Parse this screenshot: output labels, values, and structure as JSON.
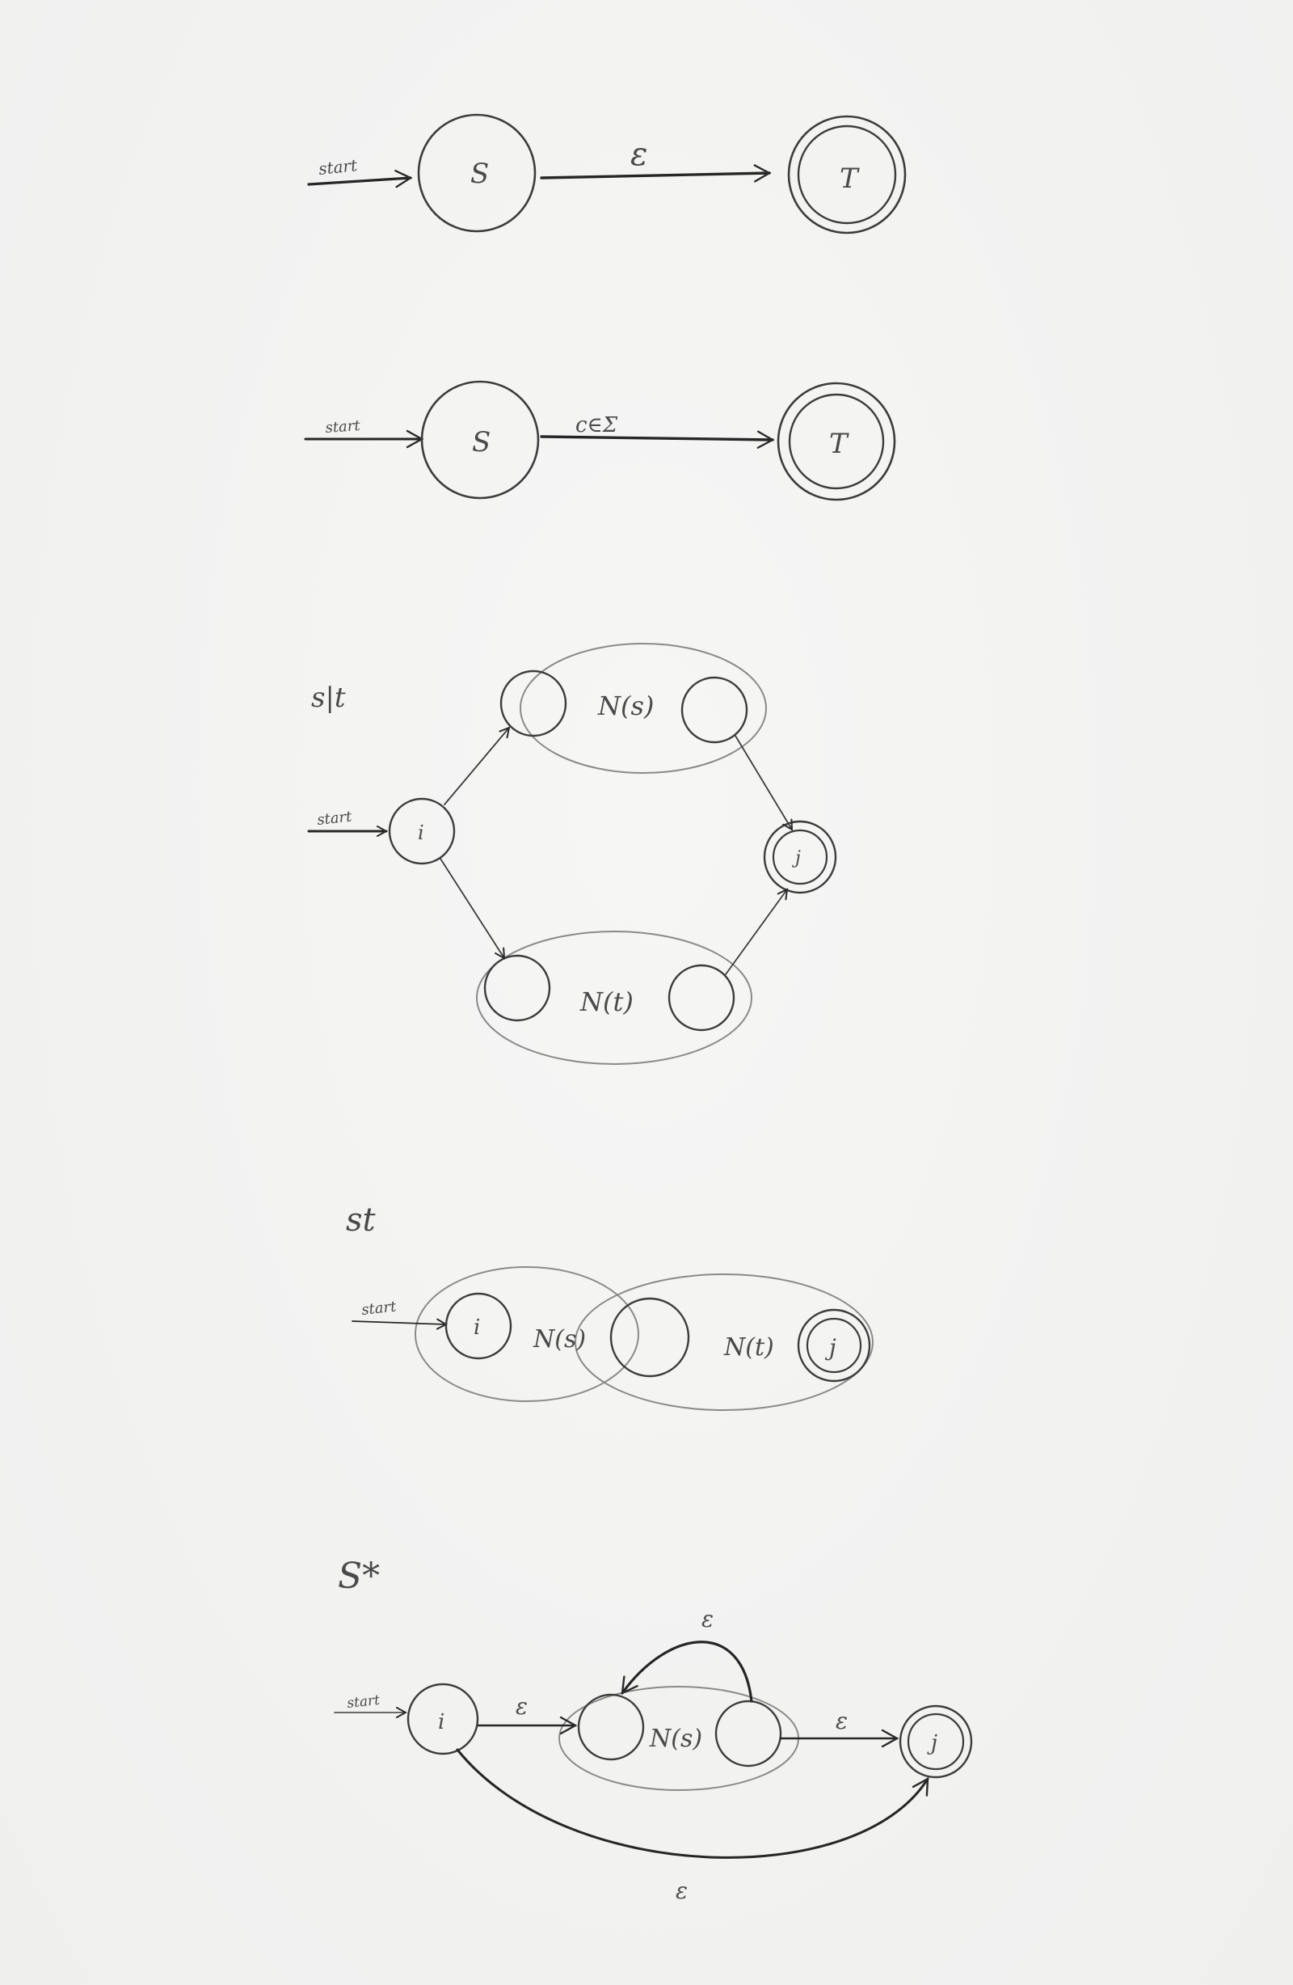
{
  "diagrams": {
    "epsilon": {
      "start_label": "start",
      "state_start": "S",
      "state_final": "T",
      "edge_label": "ε"
    },
    "symbol": {
      "start_label": "start",
      "state_start": "S",
      "state_final": "T",
      "edge_label": "c∈Σ"
    },
    "union": {
      "title": "s|t",
      "start_label": "start",
      "state_start": "i",
      "state_final": "j",
      "sub_top": "N(s)",
      "sub_bottom": "N(t)"
    },
    "concat": {
      "title": "st",
      "start_label": "start",
      "state_start": "i",
      "state_final": "j",
      "sub_left": "N(s)",
      "sub_right": "N(t)"
    },
    "star": {
      "title": "S*",
      "start_label": "start",
      "state_start": "i",
      "state_final": "j",
      "sub": "N(s)",
      "eps_in": "ε",
      "eps_loop": "ε",
      "eps_out": "ε",
      "eps_bypass": "ε"
    }
  }
}
